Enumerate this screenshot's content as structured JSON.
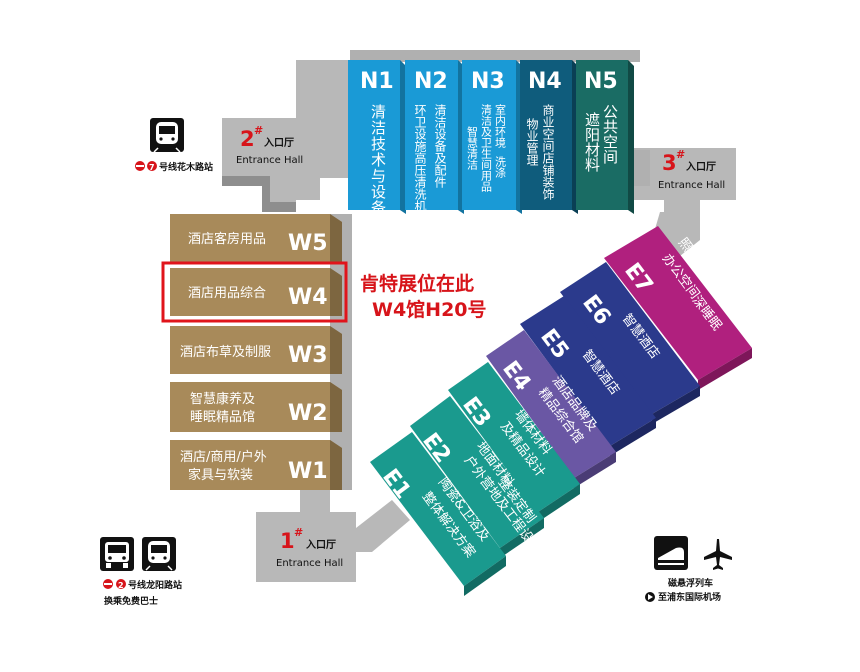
{
  "halls_n": [
    {
      "code": "N1",
      "desc": [
        "清洁技术与设备"
      ],
      "color": "#1a9ad6"
    },
    {
      "code": "N2",
      "desc": [
        "环卫设施",
        "高压清洗机",
        "清洁设备及配件"
      ],
      "color": "#1a9ad6"
    },
    {
      "code": "N3",
      "desc": [
        "清洁及卫生间用品",
        "室内环境",
        "洗涤",
        "智慧清洁"
      ],
      "color": "#1a9ad6"
    },
    {
      "code": "N4",
      "desc": [
        "商业空间",
        "店铺装饰",
        "物业管理"
      ],
      "color": "#0f5c7c"
    },
    {
      "code": "N5",
      "desc": [
        "遮阳材料",
        "公共空间"
      ],
      "color": "#1a6c64"
    }
  ],
  "halls_w": [
    {
      "code": "W5",
      "desc": [
        "酒店客房用品"
      ]
    },
    {
      "code": "W4",
      "desc": [
        "酒店用品综合"
      ]
    },
    {
      "code": "W3",
      "desc": [
        "酒店布草及制服"
      ]
    },
    {
      "code": "W2",
      "desc": [
        "智慧康养及",
        "睡眠精品馆"
      ]
    },
    {
      "code": "W1",
      "desc": [
        "酒店/商用/户外",
        "家具与软装"
      ]
    }
  ],
  "halls_e": [
    {
      "code": "E7",
      "desc": [
        "照明及智能定制",
        "办公空间",
        "深睡眠"
      ],
      "color": "#b0207e"
    },
    {
      "code": "E6",
      "desc": [
        "智慧酒店"
      ],
      "color": "#2b3a8c"
    },
    {
      "code": "E5",
      "desc": [
        "智慧酒店"
      ],
      "color": "#2b3a8c"
    },
    {
      "code": "E4",
      "desc": [
        "酒店品牌及",
        "精品综合馆"
      ],
      "color": "#6a57a4"
    },
    {
      "code": "E3",
      "desc": [
        "墙体材料",
        "及精品设计"
      ],
      "color": "#1a9a8e"
    },
    {
      "code": "E2",
      "desc": [
        "地面材料",
        "整装定制",
        "户外营地及工程设计"
      ],
      "color": "#1a9a8e"
    },
    {
      "code": "E1",
      "desc": [
        "陶瓷&卫浴及",
        "整体解决方案"
      ],
      "color": "#1a9a8e"
    }
  ],
  "entrances": [
    {
      "num": "2",
      "mark": "#",
      "cn": "入口厅",
      "en": "Entrance Hall"
    },
    {
      "num": "3",
      "mark": "#",
      "cn": "入口厅",
      "en": "Entrance Hall"
    },
    {
      "num": "1",
      "mark": "#",
      "cn": "入口厅",
      "en": "Entrance Hall"
    }
  ],
  "metro": {
    "top_left": {
      "badge": "7",
      "label": "号线花木路站"
    },
    "bottom_left": {
      "badge": "2",
      "label": "号线龙阳路站",
      "sub": "换乘免费巴士"
    },
    "bottom_right": {
      "label": "磁悬浮列车",
      "sub": "至浦东国际机场"
    }
  },
  "highlight": {
    "line1": "肯特展位在此",
    "line2": "W4馆H20号",
    "hall": "W4"
  },
  "colors": {
    "w_hall": "#a88a5a",
    "w_hall_top": "#c3a77a",
    "w_hall_side": "#7d6640",
    "connector": "#b8b8b8",
    "connector_dark": "#8e8e8e",
    "highlight": "#e0141b",
    "metro_red": "#d7141a"
  },
  "icons": {
    "metro": "metro-train-icon",
    "bus": "bus-icon",
    "maglev": "maglev-train-icon",
    "plane": "airplane-icon",
    "play": "play-triangle-icon"
  }
}
